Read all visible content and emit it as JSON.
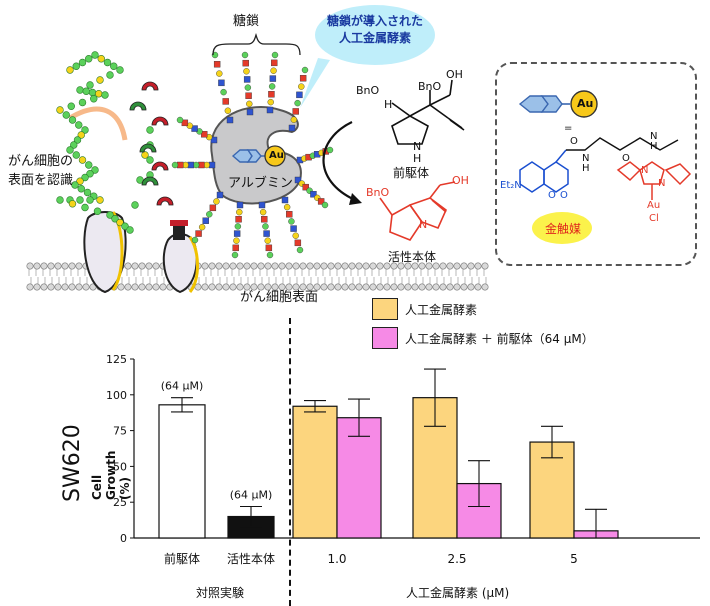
{
  "top": {
    "sugar_chain_label": "糖鎖",
    "bubble_line1": "糖鎖が導入された",
    "bubble_line2": "人工金属酵素",
    "cancer_recognition_line1": "がん細胞の",
    "cancer_recognition_line2": "表面を認識",
    "albumin_label": "アルブミン",
    "gold_symbol": "Au",
    "cancer_surface_label": "がん細胞表面",
    "precursor_label": "前駆体",
    "active_label": "活性本体",
    "catalyst_label": "金触媒",
    "chem_bno_1": "BnO",
    "chem_h": "H",
    "chem_bno_2": "BnO",
    "chem_oh_1": "OH",
    "chem_nh": "N",
    "chem_nh_h": "H",
    "chem_bno_3": "BnO",
    "chem_oh_2": "OH",
    "chem_n": "N",
    "chem_et2n": "Et₂N",
    "chem_o1": "O",
    "chem_o2": "O",
    "chem_n_amide": "N",
    "chem_h_amide": "H",
    "chem_o3": "O",
    "chem_o4": "O",
    "chem_n_amide2": "N",
    "chem_h_amide2": "H",
    "chem_au": "Au",
    "chem_cl": "Cl",
    "chem_equals": "=",
    "chem_n_ring1": "N",
    "chem_n_ring2": "N"
  },
  "legend": [
    {
      "label": "人工金属酵素",
      "color": "#fcd57e"
    },
    {
      "label": "人工金属酵素 ＋ 前駆体（64 μM）",
      "color": "#f68ae6"
    }
  ],
  "bottom": {
    "cell_line": "SW620",
    "control_group": "対照実験",
    "enzyme_axis": "人工金属酵素 (μM)"
  },
  "chart_data": {
    "type": "bar",
    "ylabel": "Cell Growth (%)",
    "ylim": [
      0,
      125
    ],
    "yticks": [
      0,
      25,
      50,
      75,
      100,
      125
    ],
    "grid": false,
    "groups": [
      {
        "label": "前駆体",
        "bars": [
          {
            "value": 93,
            "error": 5,
            "color": "#ffffff",
            "annotation": "(64 μM)"
          }
        ]
      },
      {
        "label": "活性本体",
        "bars": [
          {
            "value": 15,
            "error": 7,
            "color": "#111111",
            "annotation": "(64 μM)"
          }
        ]
      },
      {
        "label": "1.0",
        "bars": [
          {
            "value": 92,
            "error": 4,
            "color": "#fcd57e"
          },
          {
            "value": 84,
            "error": 13,
            "color": "#f68ae6"
          }
        ]
      },
      {
        "label": "2.5",
        "bars": [
          {
            "value": 98,
            "error": 20,
            "color": "#fcd57e"
          },
          {
            "value": 38,
            "error": 16,
            "color": "#f68ae6"
          }
        ]
      },
      {
        "label": "5",
        "bars": [
          {
            "value": 67,
            "error": 11,
            "color": "#fcd57e"
          },
          {
            "value": 5,
            "error": 15,
            "color": "#f68ae6"
          }
        ]
      }
    ]
  }
}
